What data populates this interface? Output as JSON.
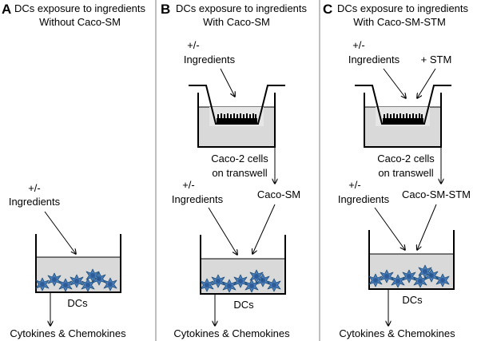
{
  "panels": {
    "a": {
      "letter": "A",
      "title_line1": "DCs exposure to ingredients",
      "title_line2": "Without Caco-SM",
      "ingredients_line1": "+/-",
      "ingredients_line2": "Ingredients",
      "dcs": "DCs",
      "output": "Cytokines & Chemokines"
    },
    "b": {
      "letter": "B",
      "title_line1": "DCs exposure to ingredients",
      "title_line2": "With Caco-SM",
      "top_ingredients_line1": "+/-",
      "top_ingredients_line2": "Ingredients",
      "caco_line1": "Caco-2 cells",
      "caco_line2": "on transwell",
      "ingredients_line1": "+/-",
      "ingredients_line2": "Ingredients",
      "medium": "Caco-SM",
      "dcs": "DCs",
      "output": "Cytokines & Chemokines"
    },
    "c": {
      "letter": "C",
      "title_line1": "DCs exposure to ingredients",
      "title_line2": "With Caco-SM-STM",
      "top_ingredients_line1": "+/-",
      "top_ingredients_line2": "Ingredients",
      "stm": "+ STM",
      "caco_line1": "Caco-2 cells",
      "caco_line2": "on transwell",
      "ingredients_line1": "+/-",
      "ingredients_line2": "Ingredients",
      "medium": "Caco-SM-STM",
      "dcs": "DCs",
      "output": "Cytokines & Chemokines"
    }
  },
  "colors": {
    "medium_fill": "#d9d9d9",
    "cell_fill": "#4a7ebb",
    "cell_stroke": "#1f4e79",
    "divider": "#808080"
  }
}
